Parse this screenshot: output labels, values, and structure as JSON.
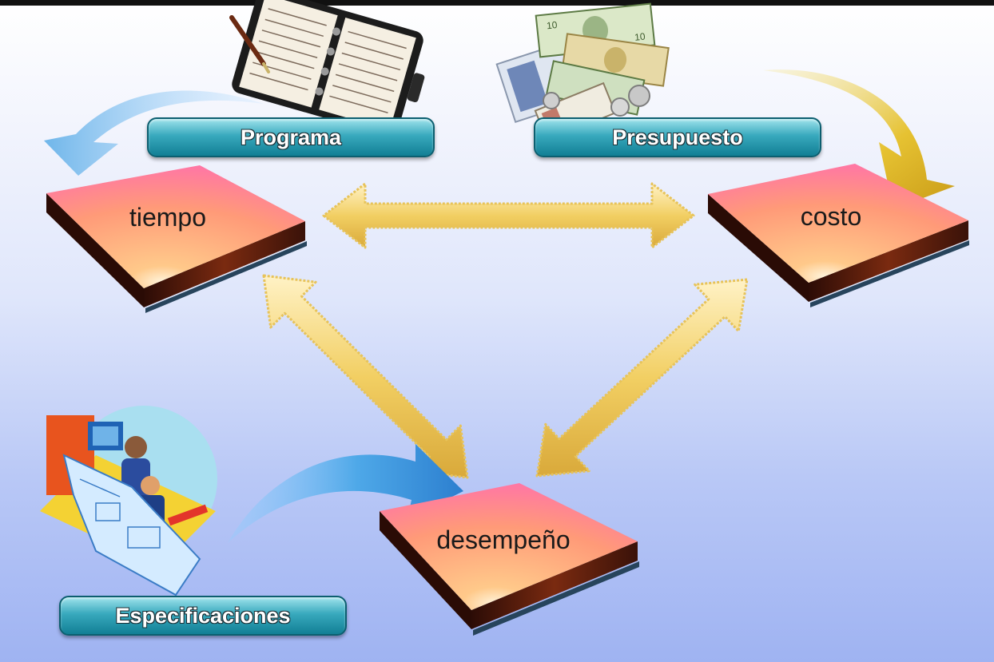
{
  "nodes": {
    "tiempo": "tiempo",
    "costo": "costo",
    "desempeno": "desempeño"
  },
  "inputs": {
    "programa": "Programa",
    "presupuesto": "Presupuesto",
    "especificaciones": "Especificaciones"
  },
  "icons": {
    "programa": "planner-book-icon",
    "presupuesto": "money-icon",
    "especificaciones": "engineers-blueprint-icon"
  },
  "colors": {
    "tile_top_start": "#ffd34d",
    "tile_top_end": "#ff7bb4",
    "tile_side": "#5a1b10",
    "arrow_gold": "#f1cb5c",
    "pill_teal": "#2a9db3",
    "curve_blue": "#4aa6de",
    "curve_yellow": "#e0b92b"
  }
}
